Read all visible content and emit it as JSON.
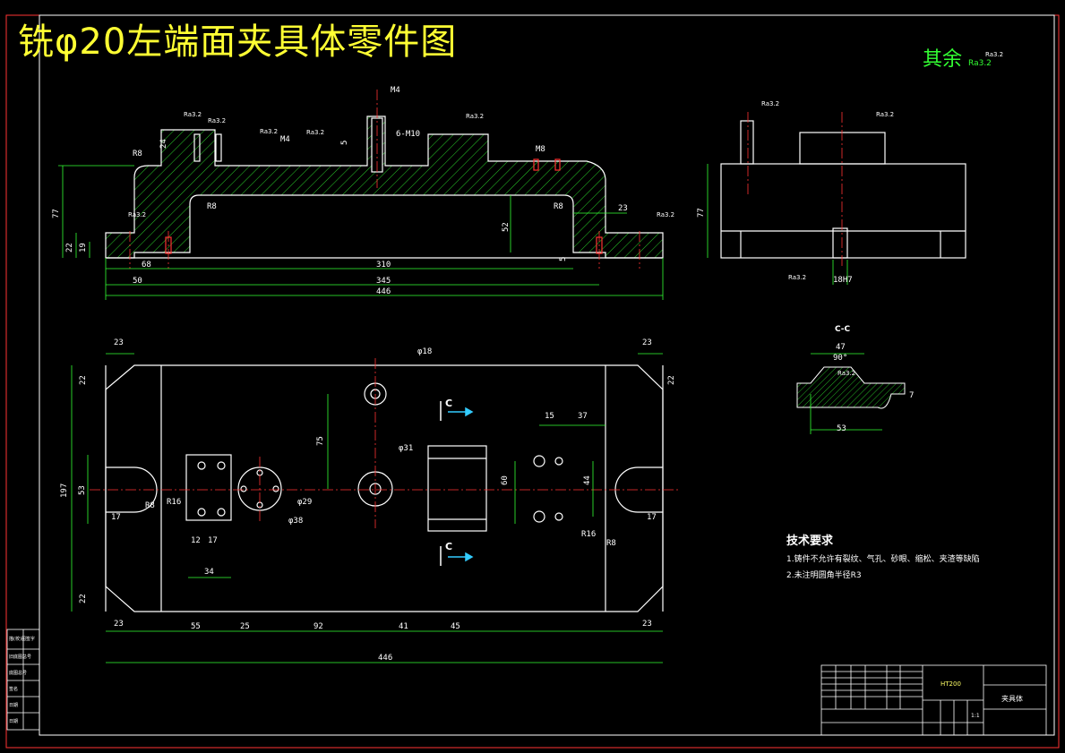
{
  "title": "铣φ20左端面夹具体零件图",
  "other_surface": "其余",
  "roughness_default": "Ra3.2",
  "roughness_labels": [
    "Ra3.2"
  ],
  "section_label": "C-C",
  "view_marker": "C",
  "tech_requirements": {
    "heading": "技术要求",
    "items": [
      "1.铸件不允许有裂纹、气孔、砂眼、缩松、夹渣等缺陷",
      "2.未注明圆角半径R3"
    ]
  },
  "front_view_dims": [
    "M4",
    "6-M10",
    "M4",
    "M8",
    "R8",
    "R8",
    "R8",
    "77",
    "22",
    "19",
    "68",
    "50",
    "310",
    "345",
    "446",
    "52",
    "23",
    "5",
    "24",
    "5"
  ],
  "side_view_dims": [
    "77",
    "18H7"
  ],
  "section_dims": [
    "47",
    "90°",
    "7",
    "53"
  ],
  "top_view_dims": [
    "23",
    "23",
    "22",
    "22",
    "φ18",
    "75",
    "197",
    "53",
    "17",
    "R8",
    "R16",
    "12",
    "17",
    "34",
    "φ29",
    "φ38",
    "φ31",
    "15",
    "37",
    "60",
    "44",
    "R16",
    "R8",
    "17",
    "22",
    "23",
    "55",
    "25",
    "92",
    "41",
    "45",
    "23",
    "446"
  ],
  "title_block": {
    "material": "HT200",
    "part_name": "夹具体",
    "scale": "1:1"
  },
  "side_panel": [
    "描(校)图签字",
    "旧底图总号",
    "底图总号",
    "签名",
    "日期",
    "日期"
  ],
  "colors": {
    "background": "#000000",
    "outline": "#ffffff",
    "dimension": "#33ff33",
    "center": "#ff3333",
    "title": "#ffff33",
    "frame": "#ff3333",
    "arrow": "#33ccff"
  }
}
